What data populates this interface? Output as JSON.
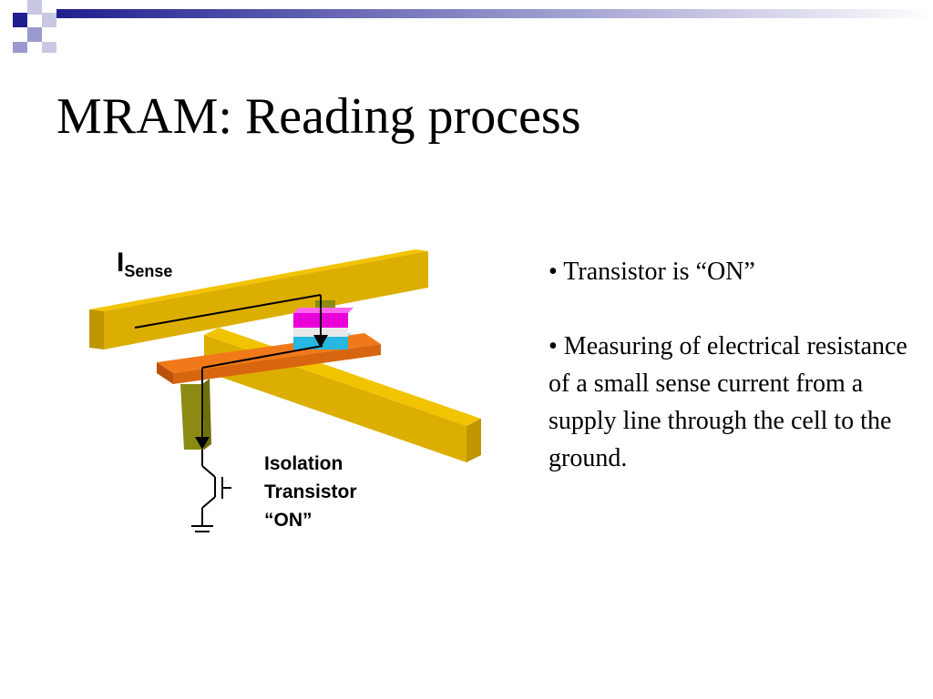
{
  "slide": {
    "title": "MRAM: Reading process",
    "bullets": [
      "• Transistor is “ON”",
      "• Measuring of electrical resistance of a small sense current from a supply line through the cell to the ground."
    ]
  },
  "diagram": {
    "sense_label_main": "I",
    "sense_label_sub": "Sense",
    "transistor_label_lines": [
      "Isolation",
      "Transistor",
      "“ON”"
    ]
  },
  "colors": {
    "accent": "#1f1f8f",
    "bar_top": "#f0c000",
    "bar_front": "#e0b000",
    "bar_side": "#c89b00",
    "bottom_electrode": "#e06a12",
    "magnetic_layer_pinned": "#e800d8",
    "magnetic_layer_free": "#27b7e0",
    "via": "#8b8b14"
  }
}
